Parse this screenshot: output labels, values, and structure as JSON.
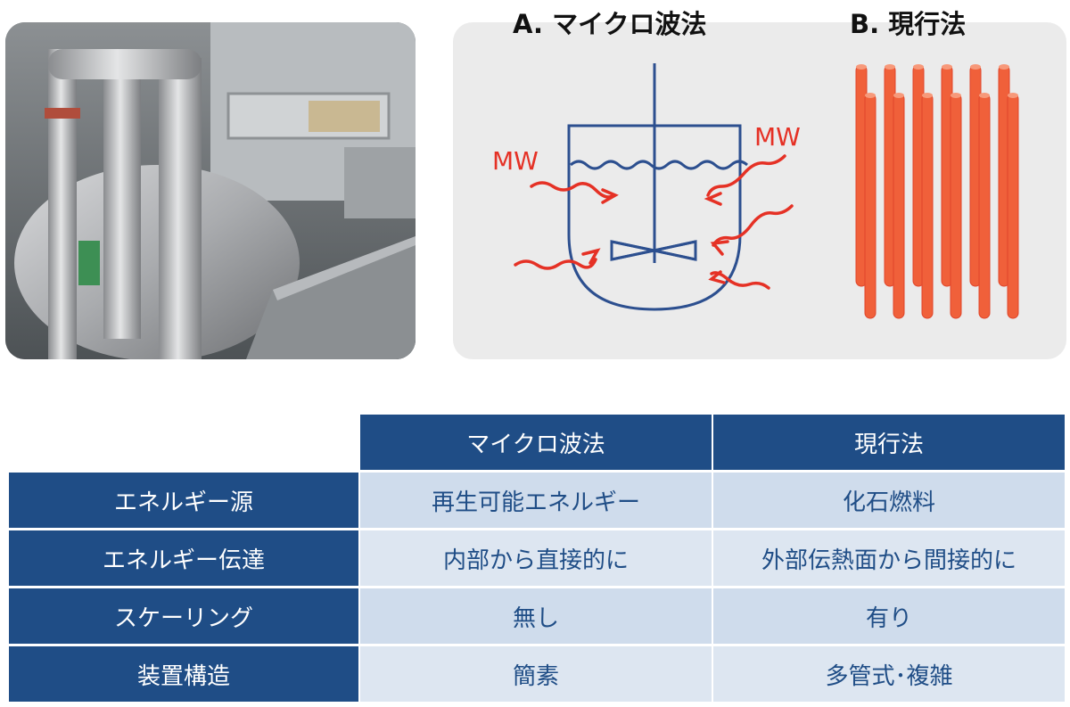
{
  "diagram": {
    "title_a": "A. マイクロ波法",
    "title_b": "B. 現行法",
    "mw_label_left": "MW",
    "mw_label_right": "MW"
  },
  "colors": {
    "vessel_blue": "#2c4f8f",
    "microwave_red": "#e53125",
    "tube_orange": "#f0603a",
    "table_header_blue": "#1f4d86",
    "table_cell_light": "#dde6f1"
  },
  "table": {
    "columns": [
      "マイクロ波法",
      "現行法"
    ],
    "rows": [
      {
        "label": "エネルギー源",
        "values": [
          "再生可能エネルギー",
          "化石燃料"
        ]
      },
      {
        "label": "エネルギー伝達",
        "values": [
          "内部から直接的に",
          "外部伝熱面から間接的に"
        ]
      },
      {
        "label": "スケーリング",
        "values": [
          "無し",
          "有り"
        ]
      },
      {
        "label": "装置構造",
        "values": [
          "簡素",
          "多管式･複雑"
        ]
      }
    ]
  }
}
